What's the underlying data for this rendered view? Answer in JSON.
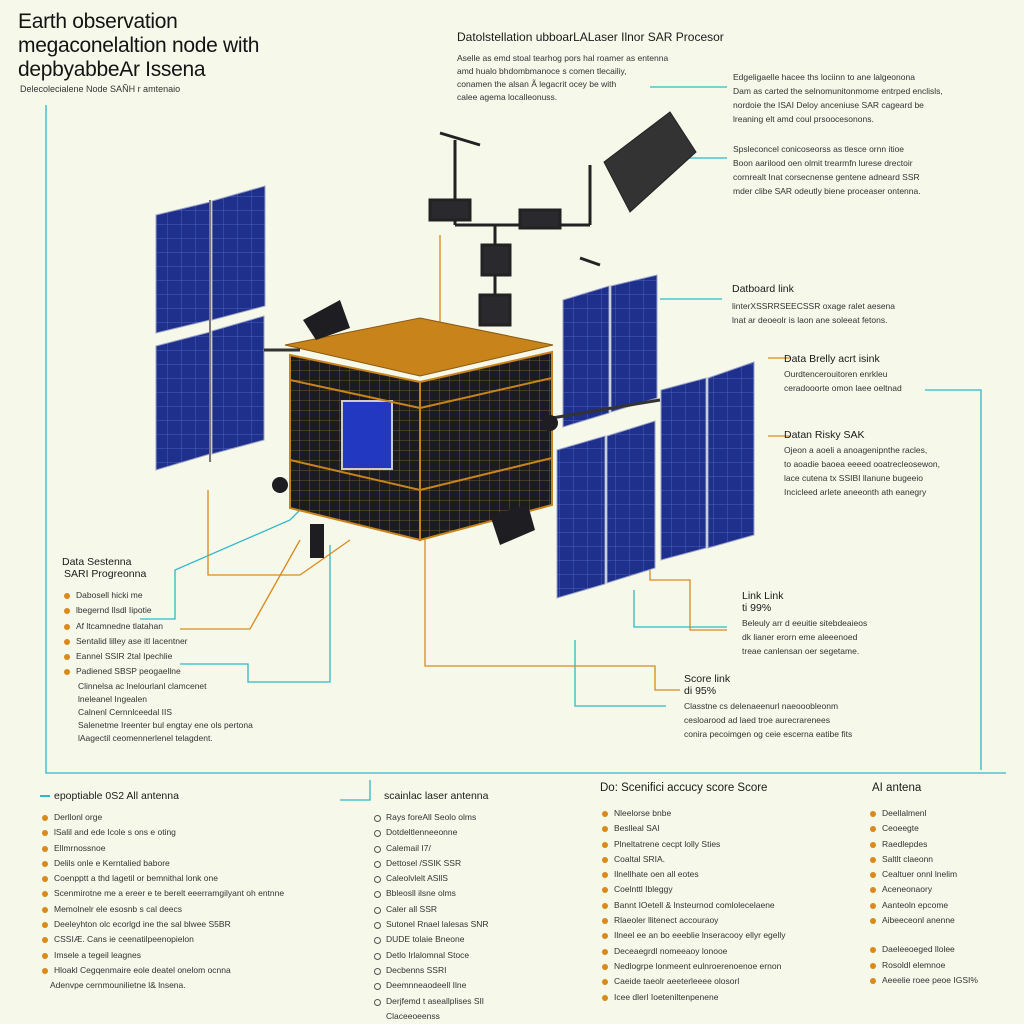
{
  "title": {
    "line1": "Earth observation",
    "line2": "megaconelaltion node with",
    "line3": "depbyabbeAr Issena",
    "subtitle": "Delecolecialene Node SAÑH r amtenaio"
  },
  "top_header": {
    "title": "Datolstellation ubboarLALaser Ilnor SAR Procesor",
    "body": [
      "Aselle as emd stoal tearhog pors hal roamer as entenna",
      "amd hualo bhdombmanoce s comen tlecailiy,",
      "conamen the alsan Ã legacrit ocey be with",
      "calee agema localleonuss."
    ]
  },
  "callouts": {
    "c1": [
      "Edgeligaelle hacee ths lociinn to ane lalgeonona",
      "Dam as carted the selnomunitonmome entrped enclisls,",
      "nordoie the ISAI Deloy anceniuse SAR cageard be",
      "lreaning elt amd coul prsoocesonons."
    ],
    "c2": [
      "Spsleconcel conicoseorss as tlesce ornn itioe",
      "Boon aarilood oen olmit trearmfn lurese drectoir",
      "cornrealt Inat corsecnense gentene adneard SSR",
      "mder clibe SAR odeutly biene proceaser ontenna."
    ],
    "databoard": {
      "title": "Datboard link",
      "body": [
        "linterXSSRRSEECSSR oxage ralet aesena",
        "lnat ar deoeolr is laon ane soleeat fetons."
      ]
    },
    "data_really": {
      "title": "Data Brelly acrt isink",
      "body": [
        "Ourdtencerouitoren enrkleu",
        "ceradooorte omon laee oeltnad"
      ]
    },
    "data_risky": {
      "title": "Datan Risky SAK",
      "body": [
        "Ojeon a aoeli a anoagenipnthe racles,",
        "to aoadie baoea eeeed ooatrecleosewon,",
        "lace cutena tx SSIBI llanune bugeeio",
        "Incicleed arlete aneeonth ath eanegry"
      ]
    },
    "link_link": {
      "title": "Link Link",
      "value": "ti 99%",
      "body": [
        "Beleuly arr d eeuitie sitebdeaieos",
        "dk lianer erorn eme aleeenoed",
        "treae canlensan oer segetame."
      ]
    },
    "score_link": {
      "title": "Score link",
      "value": "di 95%",
      "body": [
        "Classtne cs delenaeenurl naeooobleonm",
        "cesloarood ad laed troe aurecrarenees",
        "conira pecoimgen og ceie escerna eatibe fits"
      ]
    }
  },
  "left_panel": {
    "title_line1": "Data Sestenna",
    "title_line2": "SARI Progreonna",
    "items": [
      "Dabosell hicki me",
      "lbegernd Ilsdl Iipotie",
      "Af ltcamnedne tlatahan",
      "Sentalid lilley ase itl lacentner",
      "Eannel SSIR 2tal Ipechlie",
      "Padiened SBSP peogaellne"
    ],
    "sub": [
      "Clinnelsa ac lnelourlanl clamcenet",
      "lneleanel Ingealen",
      "Calnenl Cernnlceedal IIS",
      "Salenetme Ireenter bul engtay ene ols pertona",
      "lAagectil ceomennerlenel telagdent."
    ]
  },
  "bottom": {
    "col1": {
      "title": "epoptiable 0S2 All antenna",
      "items": [
        "Derllonl orge",
        "lSalil and ede Icole s ons e oting",
        "Ellmrnossnoe",
        "Delils onle e Kerntalied babore",
        "Coenpptt a thd lagetil or bemnithal lonk one",
        "Scenmirotne me a ereer e te berelt eeerramgilyant oh entnne",
        "Memolnelr ele esosnb s cal deecs",
        "Deeleyhton olc ecorlgd ine the sal blwee S5BR",
        "CSSIÆ. Cans ie ceenatilpeenopielon",
        "Imsele a tegeil leagnes",
        "Hloakl Cegqenmaire eole deatel onelom ocnna"
      ],
      "tail": "Adenvpe cernmounilietne l& lnsena."
    },
    "col2": {
      "title": "scainlac laser antenna",
      "items": [
        "Rays foreAll Seolo olms",
        "Dotdeltlenneeonne",
        "Calemail I7/",
        "Dettosel /SSIK SSR",
        "Caleolvlelt ASllS",
        "Bbleosll ilsne olms",
        "Caler all SSR",
        "Sutonel Rnael lalesas SNR",
        "DUDE tolaie Bneone",
        "Detlo Irlalomnal Stoce",
        "Decbenns SSRI",
        "Deemnneaodeell Ilne",
        "Derjfemd t aseallplises SIl"
      ],
      "tail": "Claceeoeenss"
    },
    "col3": {
      "title": "Do: Scenifici accucy score Score",
      "items": [
        "Nleelorse bnbe",
        "Beslleal SAl",
        "Plneltatrene cecpt lolly Sties",
        "Coaltal SRIA.",
        "Ilnellhate oen all eotes",
        "Coelnttl Ibleggy",
        "Bannt IOetell & lnsteurnod comlolecelaene",
        "Rlaeoler llitenect accouraoy",
        "Ilneel ee an bo eeeblie lnseracooy ellyr egelly",
        "Deceaegrdl nomeeaoy lonooe",
        "Nedlogrpe lonmeent eulnroerenoenoe ernon",
        "Caeide taeolr aeeterleeee olosorl",
        "Icee dlerl Ioeteniltenpenene"
      ]
    },
    "col4": {
      "title": "AI antena",
      "items": [
        "Deellalmenl",
        "Ceoeegte",
        "Raedlepdes",
        "Saltlt claeonn",
        "Cealtuer onnl lnelim",
        "Aceneonaory",
        "Aanteoln epcome",
        "Aibeeceonl anenne"
      ],
      "items2": [
        "Daeleeoeged llolee",
        "Rosoldl elemnoe",
        "Aeeelie roee peoe IGSI%"
      ]
    }
  },
  "colors": {
    "cyan": "#2fb7c9",
    "orange": "#d98a1a",
    "panel_blue": "#1e2f8c",
    "gold": "#c8841b",
    "background": "#f6f8ea"
  }
}
